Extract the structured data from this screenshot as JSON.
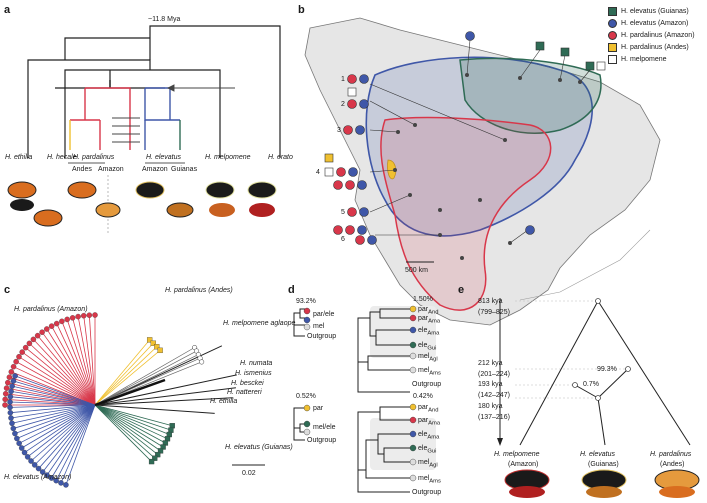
{
  "panels": {
    "a": {
      "letter": "a",
      "age": "~11.8 Mya",
      "taxa": [
        "H. ethilla",
        "H. hecale",
        "H. pardalinus",
        "H. elevatus",
        "H. melpomene",
        "H. erato"
      ],
      "sub_pardalinus": [
        "Andes",
        "Amazon"
      ],
      "sub_elevatus": [
        "Amazon",
        "Guianas"
      ]
    },
    "b": {
      "letter": "b",
      "legend": [
        {
          "label": "H. elevatus (Guianas)",
          "color": "#2f6b55",
          "shape": "square"
        },
        {
          "label": "H. elevatus (Amazon)",
          "color": "#3f57a8",
          "shape": "circle"
        },
        {
          "label": "H. pardalinus (Amazon)",
          "color": "#d8374a",
          "shape": "circle"
        },
        {
          "label": "H. pardalinus (Andes)",
          "color": "#f0c030",
          "shape": "square"
        },
        {
          "label": "H. melpomene",
          "color": "#ffffff",
          "shape": "square"
        }
      ],
      "site_numbers": [
        "1",
        "2",
        "3",
        "4",
        "5",
        "6"
      ],
      "scale": "500 km"
    },
    "c": {
      "letter": "c",
      "labels": {
        "pard_amazon": "H. pardalinus (Amazon)",
        "pard_andes": "H. pardalinus (Andes)",
        "melp": "H. melpomene aglaope",
        "numata": "H. numata",
        "ismenius": "H. ismenius",
        "besckei": "H. besckei",
        "nattereri": "H. nattereri",
        "ethilla": "H. ethilla",
        "elev_amazon": "H. elevatus (Amazon)",
        "elev_guianas": "H. elevatus (Guianas)"
      },
      "scale": "0.02"
    },
    "d": {
      "letter": "d",
      "top_left_pct": "93.2%",
      "top_left_labels": [
        "par/ele",
        "mel",
        "Outgroup"
      ],
      "top_right_pct": "1.50%",
      "bottom_left_pct": "0.52%",
      "bottom_left_labels": [
        "par",
        "mel/ele",
        "Outgroup"
      ],
      "bottom_right_pct": "0.42%",
      "tips": [
        "par",
        "par",
        "ele",
        "ele",
        "mel",
        "mel",
        "Outgroup"
      ],
      "tip_subs": [
        "And",
        "Ama",
        "Ama",
        "Gui",
        "Agl",
        "Ams",
        ""
      ]
    },
    "e": {
      "letter": "e",
      "times": [
        {
          "value": "813 kya",
          "range": "(799–825)"
        },
        {
          "value": "212 kya",
          "range": "(201–224)"
        },
        {
          "value": "193 kya",
          "range": "(142–247)"
        },
        {
          "value": "180 kya",
          "range": "(137–216)"
        }
      ],
      "pct_left": "0.7%",
      "pct_right": "99.3%",
      "tips": [
        "H. melpomene",
        "H. elevatus",
        "H. pardalinus"
      ],
      "tip_regions": [
        "(Amazon)",
        "(Guianas)",
        "(Andes)"
      ]
    }
  },
  "colors": {
    "guianas": "#2f6b55",
    "amazon_elev": "#3f57a8",
    "amazon_pard": "#d8374a",
    "andes": "#f0c030",
    "land": "#e6e6e6",
    "coast": "#777777"
  }
}
